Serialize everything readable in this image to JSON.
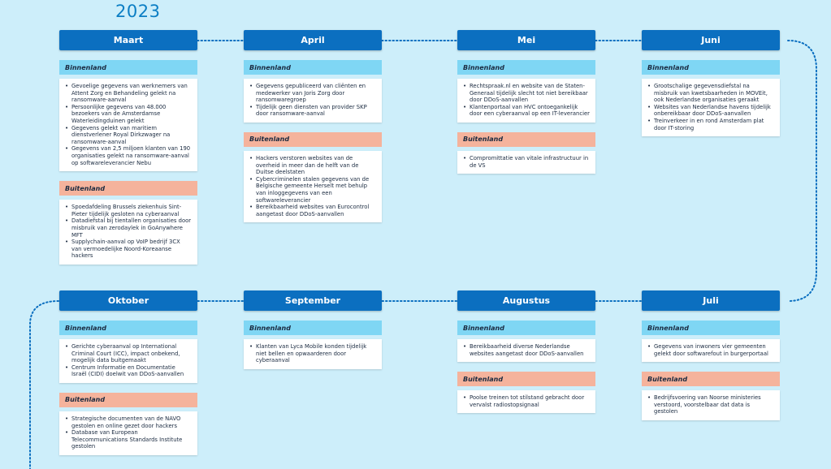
{
  "year": "2023",
  "colors": {
    "month_bar": "#0b6fc0",
    "binnenland": "#7fd6f4",
    "buitenland": "#f5b39c",
    "background": "#cdeefa",
    "connector": "#0b6fc0"
  },
  "labels": {
    "binnenland": "Binnenland",
    "buitenland": "Buitenland"
  },
  "top_row": [
    {
      "month": "Maart",
      "binnenland": [
        "Gevoelige gegevens van werknemers van Attent Zorg en Behandeling gelekt na ransomware-aanval",
        "Persoonlijke gegevens van 48.000 bezoekers van de Amsterdamse Waterleidingduinen gelekt",
        "Gegevens gelekt van maritiem dienstverlener Royal Dirkzwager na ransomware-aanval",
        "Gegevens van 2,5 miljoen klanten van 190 organisaties gelekt na ransomware-aanval op softwareleverancier Nebu"
      ],
      "buitenland": [
        "Spoedafdeling Brussels ziekenhuis Sint-Pieter tijdelijk gesloten na cyberaanval",
        "Datadiefstal bij tientallen organisaties door misbruik van zerodaylek in GoAnywhere MFT",
        "Supplychain-aanval op VoIP bedrijf 3CX van vermoedelijke Noord-Koreaanse hackers"
      ]
    },
    {
      "month": "April",
      "binnenland": [
        "Gegevens gepubliceerd van cliënten en medewerker van Joris Zorg door ransomwaregroep",
        "Tijdelijk geen diensten van provider SKP door ransomware-aanval"
      ],
      "buitenland": [
        "Hackers verstoren websites van de overheid in meer dan de helft van de Duitse deelstaten",
        "Cybercriminelen stalen gegevens van de Belgische gemeente Herselt met behulp van inloggegevens van een softwareleverancier",
        "Bereikbaarheid websites van Eurocontrol aangetast door DDoS-aanvallen"
      ]
    },
    {
      "month": "Mei",
      "binnenland": [
        "Rechtspraak.nl en website van de Staten-Generaal tijdelijk slecht tot niet bereikbaar door DDoS-aanvallen",
        "Klantenportaal van HVC ontoegankelijk door een cyberaanval op een IT-leverancier"
      ],
      "buitenland": [
        "Compromittatie van vitale infrastructuur in de VS"
      ]
    },
    {
      "month": "Juni",
      "binnenland": [
        "Grootschalige gegevensdiefstal na misbruik van kwetsbaarheden in MOVEit, ook Nederlandse organisaties geraakt",
        "Websites van Nederlandse havens tijdelijk onbereikbaar door DDoS-aanvallen",
        "Treinverkeer in en rond Amsterdam plat door IT-storing"
      ],
      "buitenland": []
    }
  ],
  "bottom_row": [
    {
      "month": "Oktober",
      "binnenland": [
        "Gerichte cyberaanval op International Criminal Court (ICC), impact onbekend, mogelijk data buitgemaakt",
        "Centrum Informatie en Documentatie Israël (CIDI) doelwit van DDoS-aanvallen"
      ],
      "buitenland": [
        "Strategische documenten van de NAVO gestolen en online gezet door hackers",
        "Database van European Telecommunications Standards Institute gestolen"
      ]
    },
    {
      "month": "September",
      "binnenland": [
        "Klanten van Lyca Mobile konden tijdelijk niet bellen en opwaarderen door cyberaanval"
      ],
      "buitenland": []
    },
    {
      "month": "Augustus",
      "binnenland": [
        "Bereikbaarheid diverse Nederlandse websites aangetast door DDoS-aanvallen"
      ],
      "buitenland": [
        "Poolse treinen tot stilstand gebracht door vervalst radiostopsignaal"
      ]
    },
    {
      "month": "Juli",
      "binnenland": [
        "Gegevens van inwoners vier gemeenten gelekt door softwarefout in burgerportaal"
      ],
      "buitenland": [
        "Bedrijfsvoering van Noorse ministeries verstoord, voorstelbaar dat data is gestolen"
      ]
    }
  ]
}
